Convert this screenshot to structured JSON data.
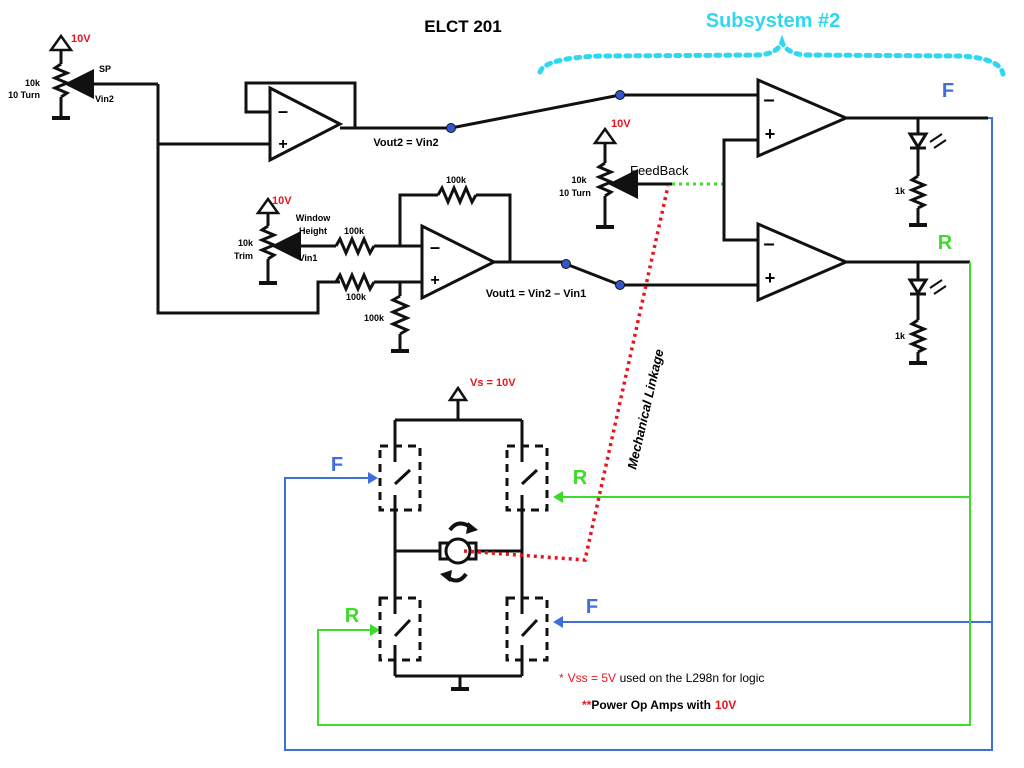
{
  "title": "ELCT 201",
  "subsystem": "Subsystem #2",
  "supply_top_left": {
    "voltage": "10V",
    "pot_value": "10k",
    "pot_type": "10 Turn",
    "wiper_label": "SP",
    "node_label": "Vin2"
  },
  "supply_window": {
    "voltage": "10V",
    "pot_value": "10k",
    "pot_type": "Trim",
    "label_line1": "Window",
    "label_line2": "Height",
    "node_label": "Vin1"
  },
  "supply_feedback": {
    "voltage": "10V",
    "pot_value": "10k",
    "pot_type": "10 Turn",
    "label": "FeedBack"
  },
  "resistors": {
    "r_feedback": "100k",
    "r_input_minus": "100k",
    "r_input_plus": "100k",
    "r_ground": "100k"
  },
  "nodes": {
    "vout2": "Vout2 = Vin2",
    "vout1": "Vout1 = Vin2 – Vin1"
  },
  "outputs": {
    "forward": "F",
    "reverse": "R",
    "led_resistor_f": "1k",
    "led_resistor_r": "1k"
  },
  "bridge": {
    "supply": "Vs = 10V",
    "switch_left_top": "F",
    "switch_right_top": "R",
    "switch_left_bottom": "R",
    "switch_right_bottom": "F"
  },
  "linkage_label": "Mechanical Linkage",
  "notes": {
    "note1_mark": "*",
    "note1_red": "Vss = 5V",
    "note1_rest": "used on the L298n for logic",
    "note2_mark": "**",
    "note2_text": "Power Op Amps with",
    "note2_red": "10V"
  },
  "colors": {
    "red": "#e8141e",
    "blue": "#3f6fdc",
    "green": "#3ddc2a",
    "cyan": "#2fd8f0",
    "wire": "#111111",
    "node": "#3355cc"
  }
}
